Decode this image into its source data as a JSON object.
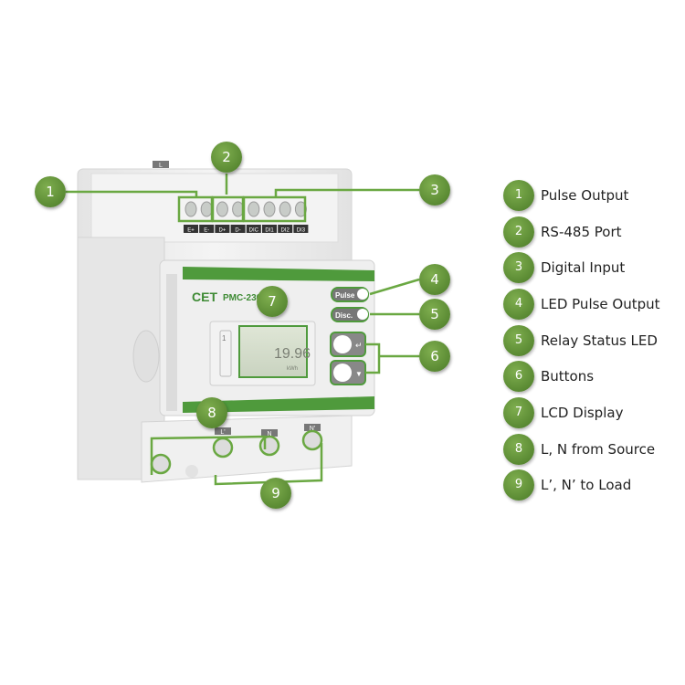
{
  "device": {
    "brand": "CET",
    "model": "PMC-230",
    "top_terminals": [
      "E+",
      "E-",
      "D+",
      "D-",
      "DIC",
      "DI1",
      "DI2",
      "DI3"
    ],
    "pulse_label": "Pulse",
    "disc_label": "Disc.",
    "lcd_value": "19.96",
    "lcd_unit": "kWh",
    "bottom_terminals": [
      "L",
      "L'",
      "N",
      "N'"
    ]
  },
  "callouts": [
    "1",
    "2",
    "3",
    "4",
    "5",
    "6",
    "7",
    "8",
    "9"
  ],
  "legend": [
    {
      "num": "1",
      "label": "Pulse Output"
    },
    {
      "num": "2",
      "label": "RS-485 Port"
    },
    {
      "num": "3",
      "label": "Digital Input"
    },
    {
      "num": "4",
      "label": "LED Pulse Output"
    },
    {
      "num": "5",
      "label": "Relay Status LED"
    },
    {
      "num": "6",
      "label": "Buttons"
    },
    {
      "num": "7",
      "label": "LCD Display"
    },
    {
      "num": "8",
      "label": "L, N from Source"
    },
    {
      "num": "9",
      "label": "L’, N’ to Load"
    }
  ],
  "colors": {
    "accent": "#5a8a33",
    "line": "#6aa842",
    "device_green": "#4f9a3c",
    "body": "#eeeeee"
  }
}
